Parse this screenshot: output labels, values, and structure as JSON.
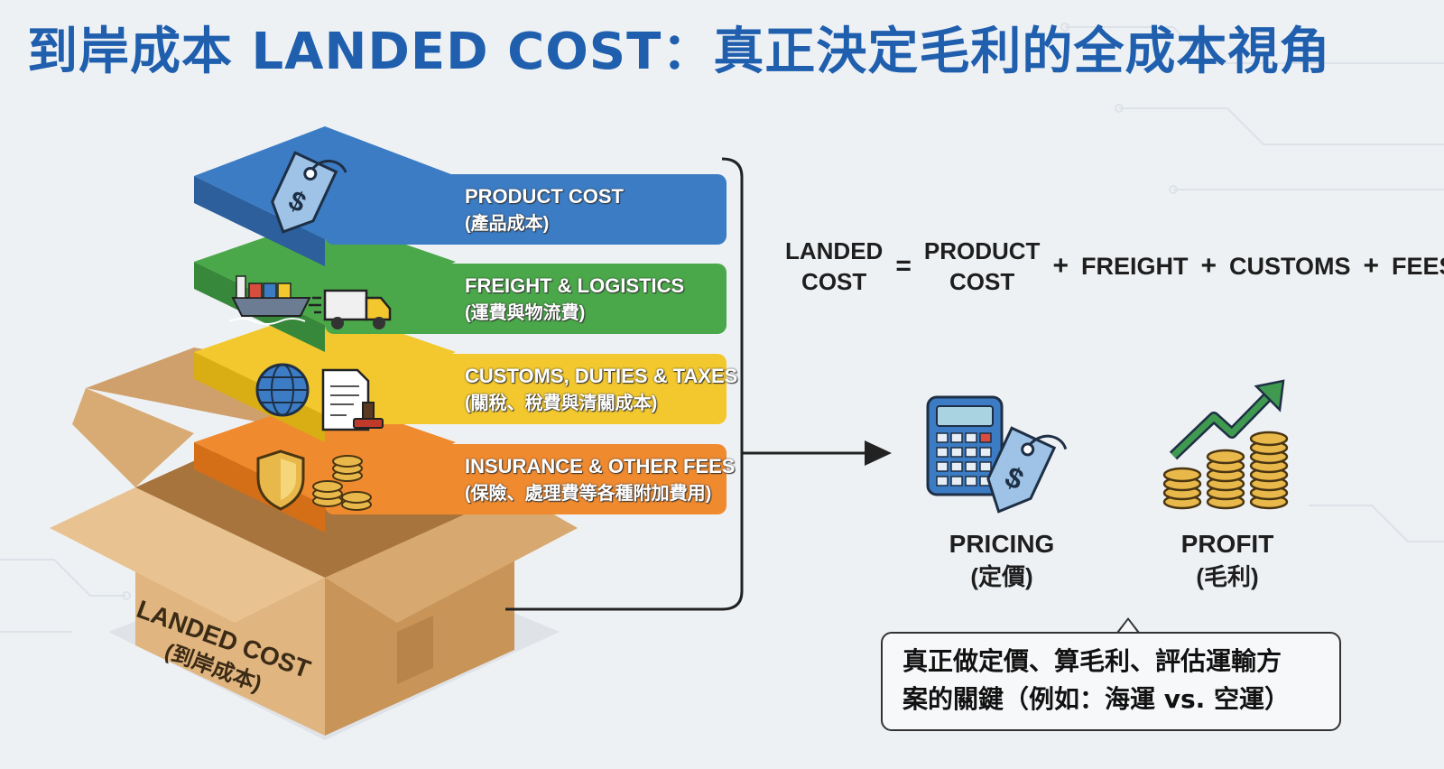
{
  "title": "到岸成本 LANDED COST：真正決定毛利的全成本視角",
  "layers": [
    {
      "en": "PRODUCT COST",
      "zh": "(產品成本)",
      "color": "#3b7cc4",
      "icons": [
        "price-tag-icon"
      ]
    },
    {
      "en": "FREIGHT & LOGISTICS",
      "zh": "(運費與物流費)",
      "color": "#4aa84a",
      "icons": [
        "cargo-ship-icon",
        "delivery-truck-icon"
      ]
    },
    {
      "en": "CUSTOMS, DUTIES & TAXES",
      "zh": "(關稅、稅費與清關成本)",
      "color": "#f2c82e",
      "icons": [
        "globe-icon",
        "document-stamp-icon"
      ]
    },
    {
      "en": "INSURANCE & OTHER FEES",
      "zh": "(保險、處理費等各種附加費用)",
      "color": "#ef8a2f",
      "icons": [
        "shield-icon",
        "coin-stack-icon"
      ]
    }
  ],
  "box": {
    "en": "LANDED COST",
    "zh": "(到岸成本)",
    "color": "#e0b57f"
  },
  "formula": {
    "lhs_line1": "LANDED",
    "lhs_line2": "COST",
    "equals": "=",
    "t1_line1": "PRODUCT",
    "t1_line2": "COST",
    "plus": "+",
    "t2": "FREIGHT",
    "t3": "CUSTOMS",
    "t4": "FEES"
  },
  "outcomes": [
    {
      "en": "PRICING",
      "zh": "(定價)",
      "icons": [
        "calculator-icon",
        "price-tag-icon"
      ]
    },
    {
      "en": "PROFIT",
      "zh": "(毛利)",
      "icons": [
        "growth-arrow-icon",
        "coin-stack-icon"
      ]
    }
  ],
  "callout": {
    "line1": "真正做定價、算毛利、評估運輸方",
    "line2": "案的關鍵（例如：海運 vs. 空運）"
  },
  "colors": {
    "title": "#1f5fae",
    "accent_blue": "#3b7cc4",
    "coin": "#e8b84a",
    "arrow_green": "#3f9a4f"
  }
}
